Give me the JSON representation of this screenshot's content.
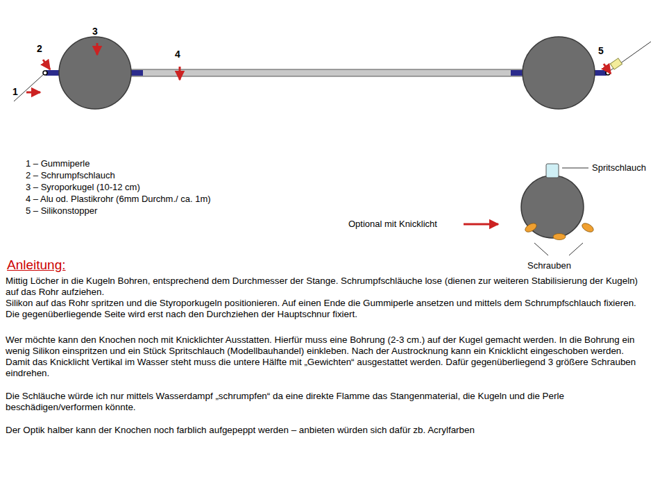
{
  "diagram": {
    "title": "Anleitung:",
    "labels": [
      "1",
      "2",
      "3",
      "4",
      "5",
      "1 – Gummiperle",
      "2 – Schrumpfschlauch",
      "3 – Syroporkugel (10-12 cm)",
      "4 – Alu od. Plastikrohr (6mm Durchm./ ca. 1m)",
      "5 – Silikonstopper",
      "Spritschlauch",
      "Optional mit Knicklicht",
      "Schrauben",
      "Mittig Löcher in die Kugeln Bohren, entsprechend dem Durchmesser der Stange. Schrumpfschläuche lose (dienen zur weiteren Stabilisierung der Kugeln) auf das Rohr aufziehen.",
      "Silikon auf das Rohr spritzen und die Styroporkugeln positionieren. Auf einen Ende die Gummiperle ansetzen und mittels dem Schrumpfschlauch fixieren. Die gegenüberliegende Seite wird erst nach den Durchziehen der Hauptschnur fixiert.",
      "Wer möchte kann den Knochen noch mit Knicklichter Ausstatten. Hierfür muss eine Bohrung (2-3 cm.) auf der Kugel gemacht werden. In die Bohrung ein wenig Silikon einspritzen und ein Stück Spritschlauch (Modellbauhandel) einkleben. Nach der Austrocknung kann ein Knicklicht eingeschoben werden.",
      "Damit das Knicklicht Vertikal im Wasser steht muss die untere Hälfte mit „Gewichten“ ausgestattet werden. Dafür gegenüberliegend 3 größere Schrauben eindrehen.",
      "Die Schläuche würde ich nur mittels Wasserdampf „schrumpfen“ da eine direkte Flamme das Stangenmaterial, die Kugeln und die Perle beschädigen/verformen könnte.",
      "Der Optik halber kann der Knochen noch farblich aufgepeppt werden – anbieten würden sich dafür zb. Acrylfarben"
    ]
  }
}
